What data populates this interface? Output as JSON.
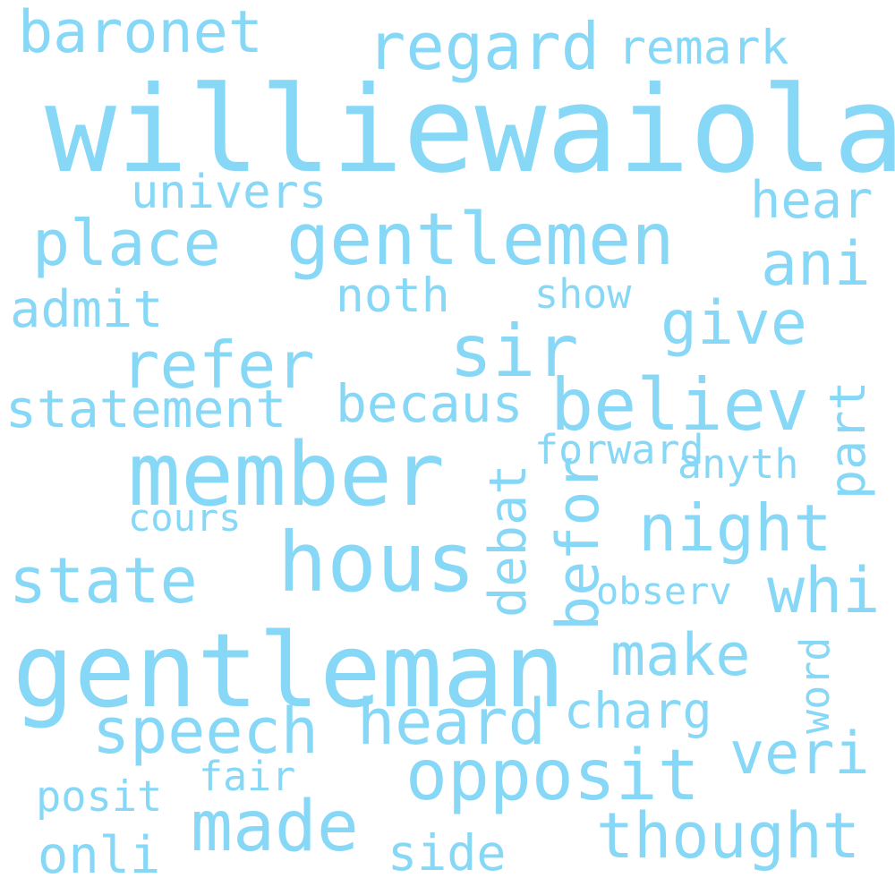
{
  "color": "#87d8f7",
  "words": [
    {
      "text": "williewaiola"
    },
    {
      "text": "member"
    },
    {
      "text": "gentleman"
    },
    {
      "text": "gentlemen"
    },
    {
      "text": "hous"
    },
    {
      "text": "sir"
    },
    {
      "text": "believ"
    },
    {
      "text": "opposit"
    },
    {
      "text": "refer"
    },
    {
      "text": "place"
    },
    {
      "text": "night"
    },
    {
      "text": "regard"
    },
    {
      "text": "state"
    },
    {
      "text": "speech"
    },
    {
      "text": "thought"
    },
    {
      "text": "made"
    },
    {
      "text": "heard"
    },
    {
      "text": "give"
    },
    {
      "text": "baronet"
    },
    {
      "text": "whi"
    },
    {
      "text": "ani"
    },
    {
      "text": "make"
    },
    {
      "text": "veri"
    },
    {
      "text": "remark"
    },
    {
      "text": "statement"
    },
    {
      "text": "becaus"
    },
    {
      "text": "univers"
    },
    {
      "text": "noth"
    },
    {
      "text": "admit"
    },
    {
      "text": "charg"
    },
    {
      "text": "hear"
    },
    {
      "text": "befor"
    },
    {
      "text": "debat"
    },
    {
      "text": "part"
    },
    {
      "text": "onli"
    },
    {
      "text": "side"
    },
    {
      "text": "forward"
    },
    {
      "text": "show"
    },
    {
      "text": "posit"
    },
    {
      "text": "fair"
    },
    {
      "text": "anyth"
    },
    {
      "text": "observ"
    },
    {
      "text": "cours"
    },
    {
      "text": "word"
    }
  ]
}
